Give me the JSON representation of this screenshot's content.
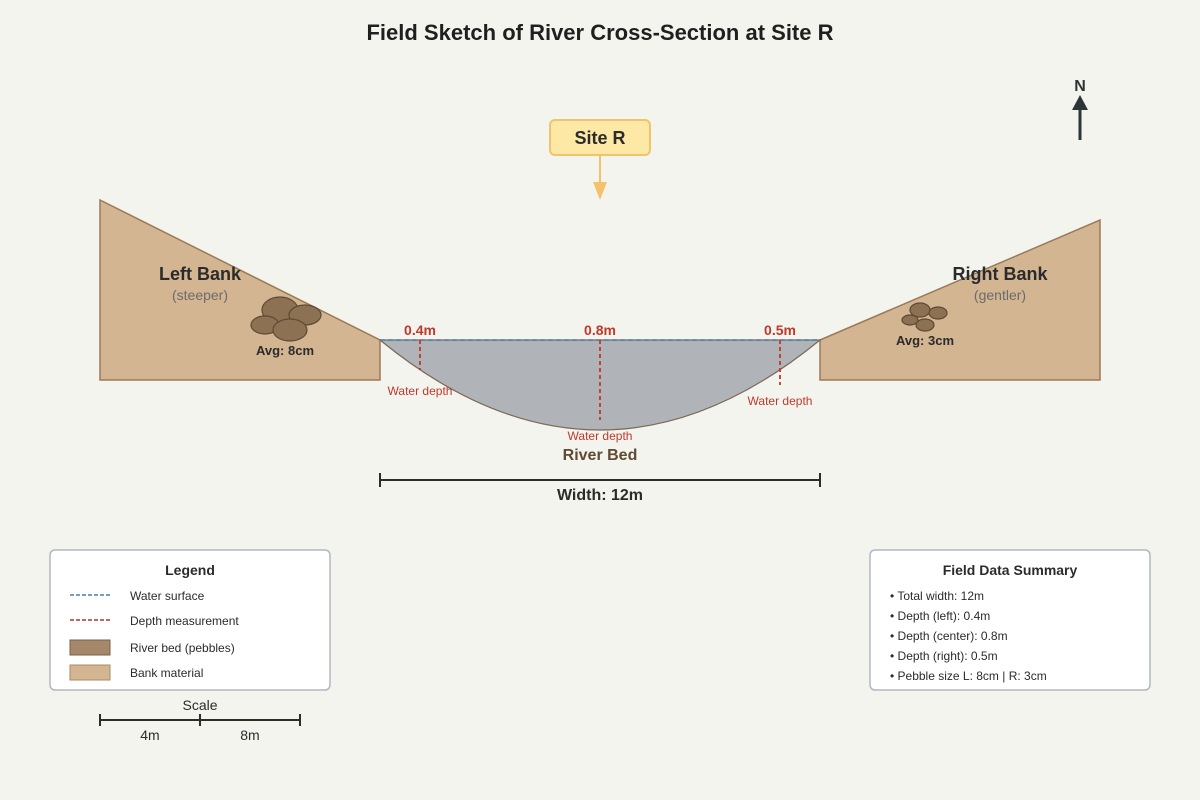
{
  "title": "Field Sketch of River Cross-Section at Site R",
  "compass": {
    "label": "N",
    "icon": "north-arrow-icon"
  },
  "site_marker": {
    "label": "Site R"
  },
  "left_bank": {
    "label": "Left Bank",
    "note": "(steeper)",
    "pebble_label": "Avg: 8cm"
  },
  "right_bank": {
    "label": "Right Bank",
    "note": "(gentler)",
    "pebble_label": "Avg: 3cm"
  },
  "depths": [
    {
      "value": "0.4m",
      "caption": "Water depth"
    },
    {
      "value": "0.8m",
      "caption": "Water depth"
    },
    {
      "value": "0.5m",
      "caption": "Water depth"
    }
  ],
  "river_bed_label": "River Bed",
  "width_label": "Width: 12m",
  "legend": {
    "title": "Legend",
    "items": [
      {
        "label": "Water surface",
        "swatch": "dashed",
        "color": "#4a7fa8"
      },
      {
        "label": "Depth measurement",
        "swatch": "dashed",
        "color": "#b03030"
      },
      {
        "label": "River bed (pebbles)",
        "swatch": "box",
        "color": "#a5876a"
      },
      {
        "label": "Bank material",
        "swatch": "box",
        "color": "#d3b592"
      }
    ]
  },
  "scale": {
    "title": "Scale",
    "ticks": [
      "4m",
      "8m"
    ]
  },
  "summary": {
    "title": "Field Data Summary",
    "items": [
      "• Total width: 12m",
      "• Depth (left): 0.4m",
      "• Depth (center): 0.8m",
      "• Depth (right): 0.5m",
      "• Pebble size L: 8cm | R: 3cm"
    ]
  },
  "colors": {
    "background": "#f4f4ef",
    "bank": "#d3b592",
    "bank_stroke": "#9a7b58",
    "water": "#b0b3b8",
    "water_surface": "#4a7fa8",
    "depth": "#c0392b",
    "pebble": "#8c7152",
    "pebble_stroke": "#5e4a35",
    "site_fill": "#fde8a6",
    "site_stroke": "#f0c46a",
    "ink": "#2b2b2b"
  }
}
